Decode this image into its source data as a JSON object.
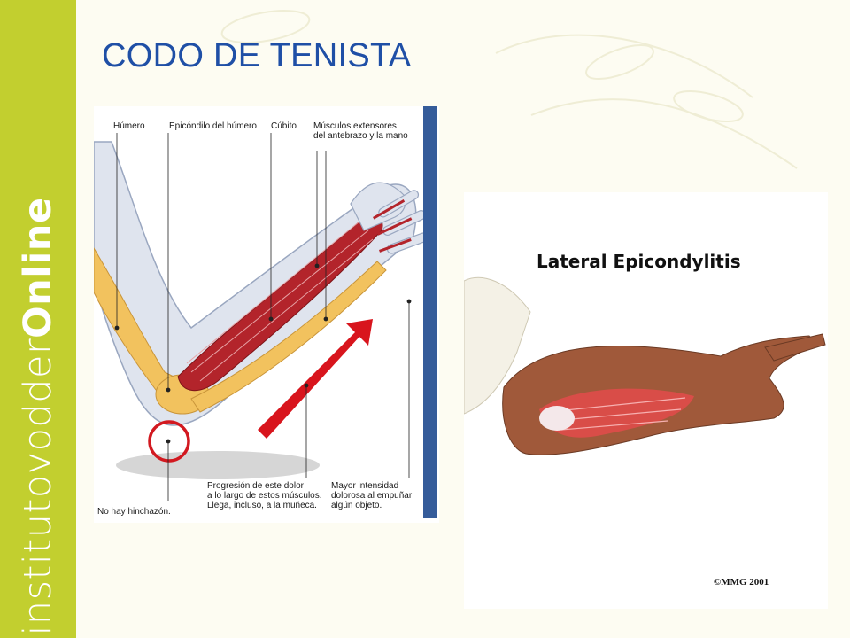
{
  "slide": {
    "title": "CODO DE TENISTA",
    "logo": {
      "light": "institutovodder",
      "bold": "Online"
    }
  },
  "figure_left": {
    "labels": {
      "humero": "Húmero",
      "epicondilo": "Epicóndilo del húmero",
      "cubito": "Cúbito",
      "musculos_line1": "Músculos extensores",
      "musculos_line2": "del antebrazo y la mano",
      "progresion_line1": "Progresión de este dolor",
      "progresion_line2": "a lo largo de estos músculos.",
      "progresion_line3": "Llega, incluso, a la muñeca.",
      "mayor_line1": "Mayor intensidad",
      "mayor_line2": "dolorosa al empuñar",
      "mayor_line3": "algún objeto.",
      "hinchazon": "No hay hinchazón."
    }
  },
  "figure_right": {
    "title": "Lateral Epicondylitis",
    "copyright": "©MMG 2001"
  },
  "colors": {
    "sidebar": "#c2cf2f",
    "title": "#1f4fa6",
    "background": "#fdfcf2",
    "muscle": "#b3242b",
    "bone": "#f2c25e",
    "arrow": "#d8151d",
    "blue_bar": "#355c9a"
  }
}
